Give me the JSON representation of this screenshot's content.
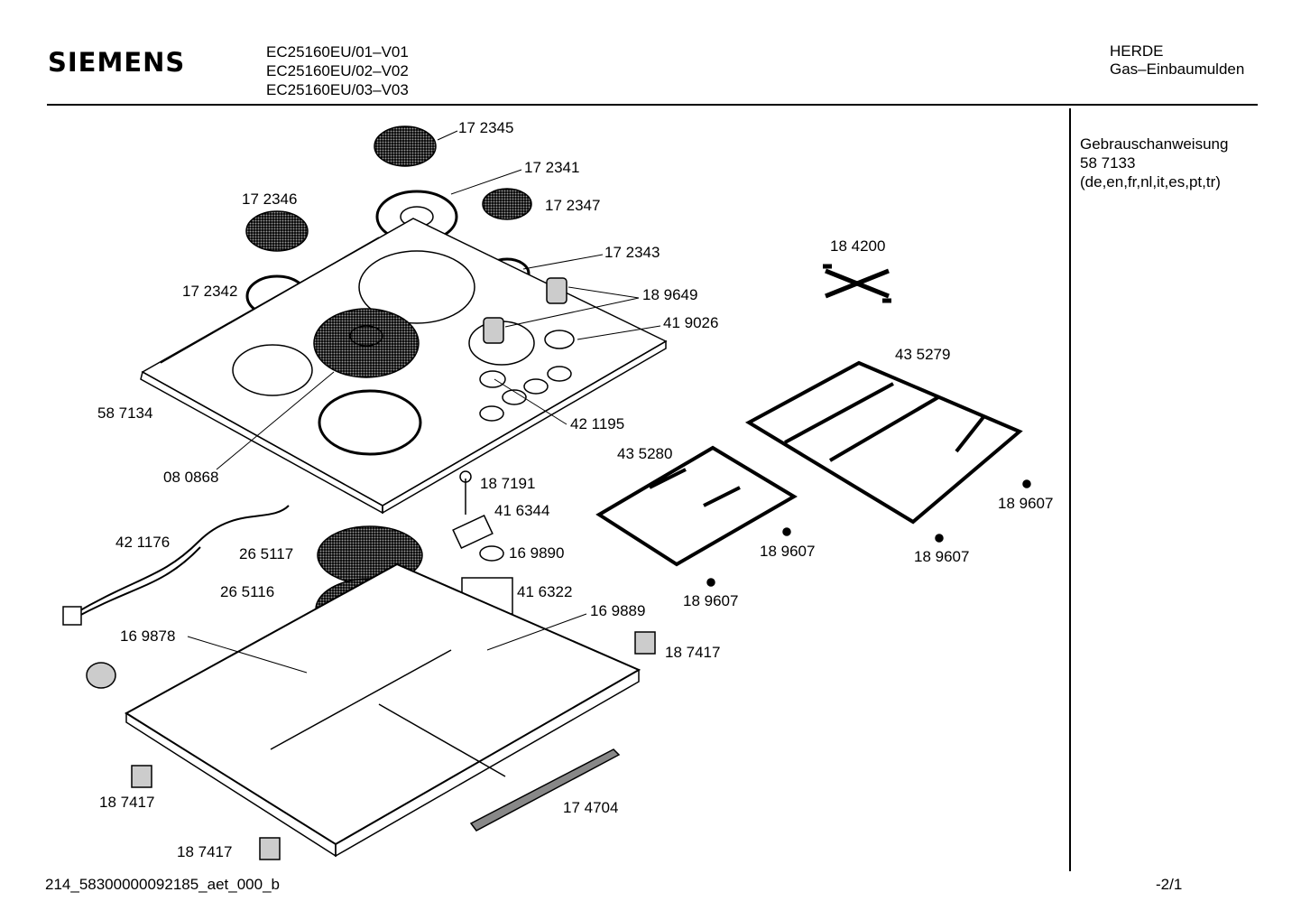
{
  "header": {
    "brand": "SIEMENS",
    "models": [
      "EC25160EU/01–V01",
      "EC25160EU/02–V02",
      "EC25160EU/03–V03"
    ],
    "category": "HERDE",
    "subcategory": "Gas–Einbaumulden"
  },
  "side_note": {
    "title": "Gebrauschanweisung",
    "part": "58 7133",
    "languages": "(de,en,fr,nl,it,es,pt,tr)"
  },
  "parts": [
    "17 2345",
    "17 2341",
    "17 2346",
    "17 2347",
    "17 2343",
    "18 4200",
    "17 2342",
    "18 9649",
    "41 9026",
    "43 5279",
    "58 7134",
    "42 1195",
    "43 5280",
    "08 0868",
    "18 7191",
    "18 9607",
    "41 6344",
    "42 1176",
    "26 5117",
    "16 9890",
    "18 9607",
    "18 9607",
    "26 5116",
    "41 6322",
    "18 9607",
    "16 9889",
    "16 9878",
    "18 7417",
    "18 7417",
    "17 4704",
    "18 7417"
  ],
  "footer": {
    "doc_id": "214_58300000092185_aet_000_b",
    "page": "-2/1"
  }
}
